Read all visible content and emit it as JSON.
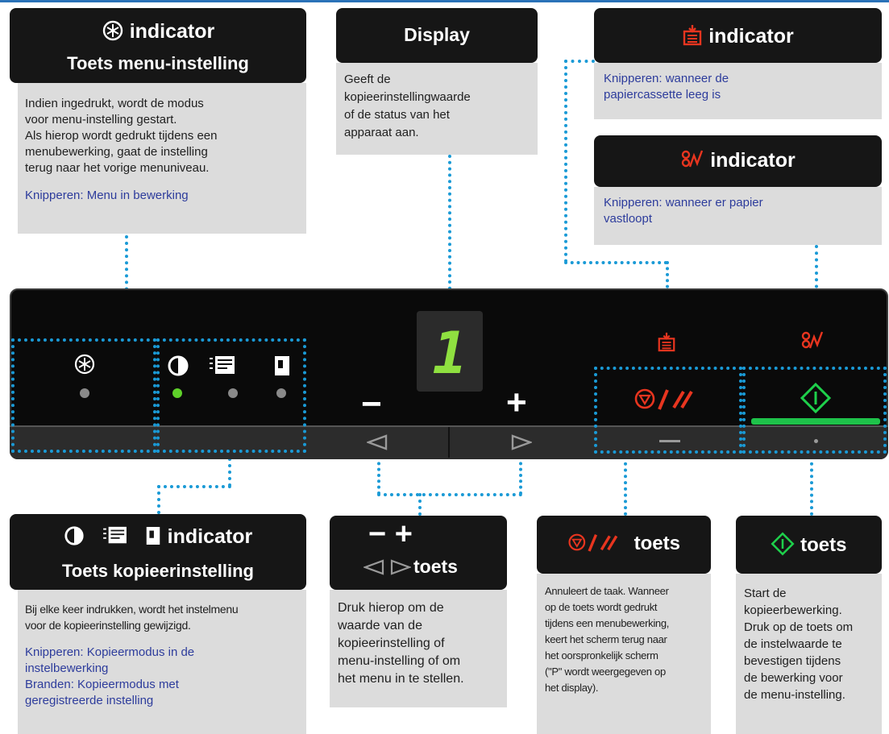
{
  "menu_callout": {
    "title": "indicator",
    "subtitle": "Toets menu-instelling",
    "description": [
      "Indien ingedrukt, wordt de modus",
      "voor menu-instelling gestart.",
      "Als hierop wordt gedrukt tijdens een",
      "menubewerking, gaat de instelling",
      "terug naar het vorige menuniveau."
    ],
    "blink_note": "Knipperen: Menu in bewerking"
  },
  "display_callout": {
    "title": "Display",
    "description": [
      "Geeft de",
      "kopieerinstellingwaarde",
      "of de status van het",
      "apparaat aan."
    ]
  },
  "paper_callout": {
    "title": "indicator",
    "blink_note": [
      "Knipperen: wanneer de",
      "papiercassette leeg is"
    ]
  },
  "jam_callout": {
    "title": "indicator",
    "blink_note": [
      "Knipperen: wanneer er papier",
      "vastloopt"
    ]
  },
  "panel": {
    "display_digit": "1",
    "minus_label": "−",
    "plus_label": "+"
  },
  "copy_callout": {
    "title": "indicator",
    "subtitle": "Toets kopieerinstelling",
    "description": [
      "Bij elke keer indrukken, wordt het instelmenu",
      "voor de kopieerinstelling gewijzigd."
    ],
    "notes": [
      "Knipperen: Kopieermodus in de",
      "instelbewerking",
      "Branden: Kopieermodus met",
      "geregistreerde instelling"
    ]
  },
  "plusminus_callout": {
    "symbols": "− +",
    "title": "toets",
    "description": [
      "Druk hierop om de",
      "waarde van de",
      "kopieerinstelling of",
      "menu-instelling of om",
      "het menu in te stellen."
    ]
  },
  "stop_callout": {
    "title": "toets",
    "description": [
      "Annuleert de taak. Wanneer",
      "op de toets wordt gedrukt",
      "tijdens een menubewerking,",
      "keert het scherm terug naar",
      "het oorspronkelijk scherm",
      "(\"P\" wordt weergegeven op",
      "het display)."
    ]
  },
  "start_callout": {
    "title": "toets",
    "description": [
      "Start de",
      "kopieerbewerking.",
      "Druk op de toets om",
      "de instelwaarde te",
      "bevestigen tijdens",
      "de bewerking voor",
      "de menu-instelling."
    ]
  },
  "colors": {
    "dotted_line": "#1a9ad6",
    "led_green": "#5fd12a",
    "led_gray": "#8a8a8a",
    "red_icon": "#e8351f",
    "green_icon": "#1ed04b",
    "note_blue": "#2d3c9c"
  },
  "icons": [
    "menu-star-icon",
    "contrast-icon",
    "document-mode-icon",
    "copy-count-icon",
    "paper-empty-icon",
    "paper-jam-icon",
    "stop-clear-icon",
    "start-icon",
    "left-triangle-icon",
    "right-triangle-icon"
  ]
}
